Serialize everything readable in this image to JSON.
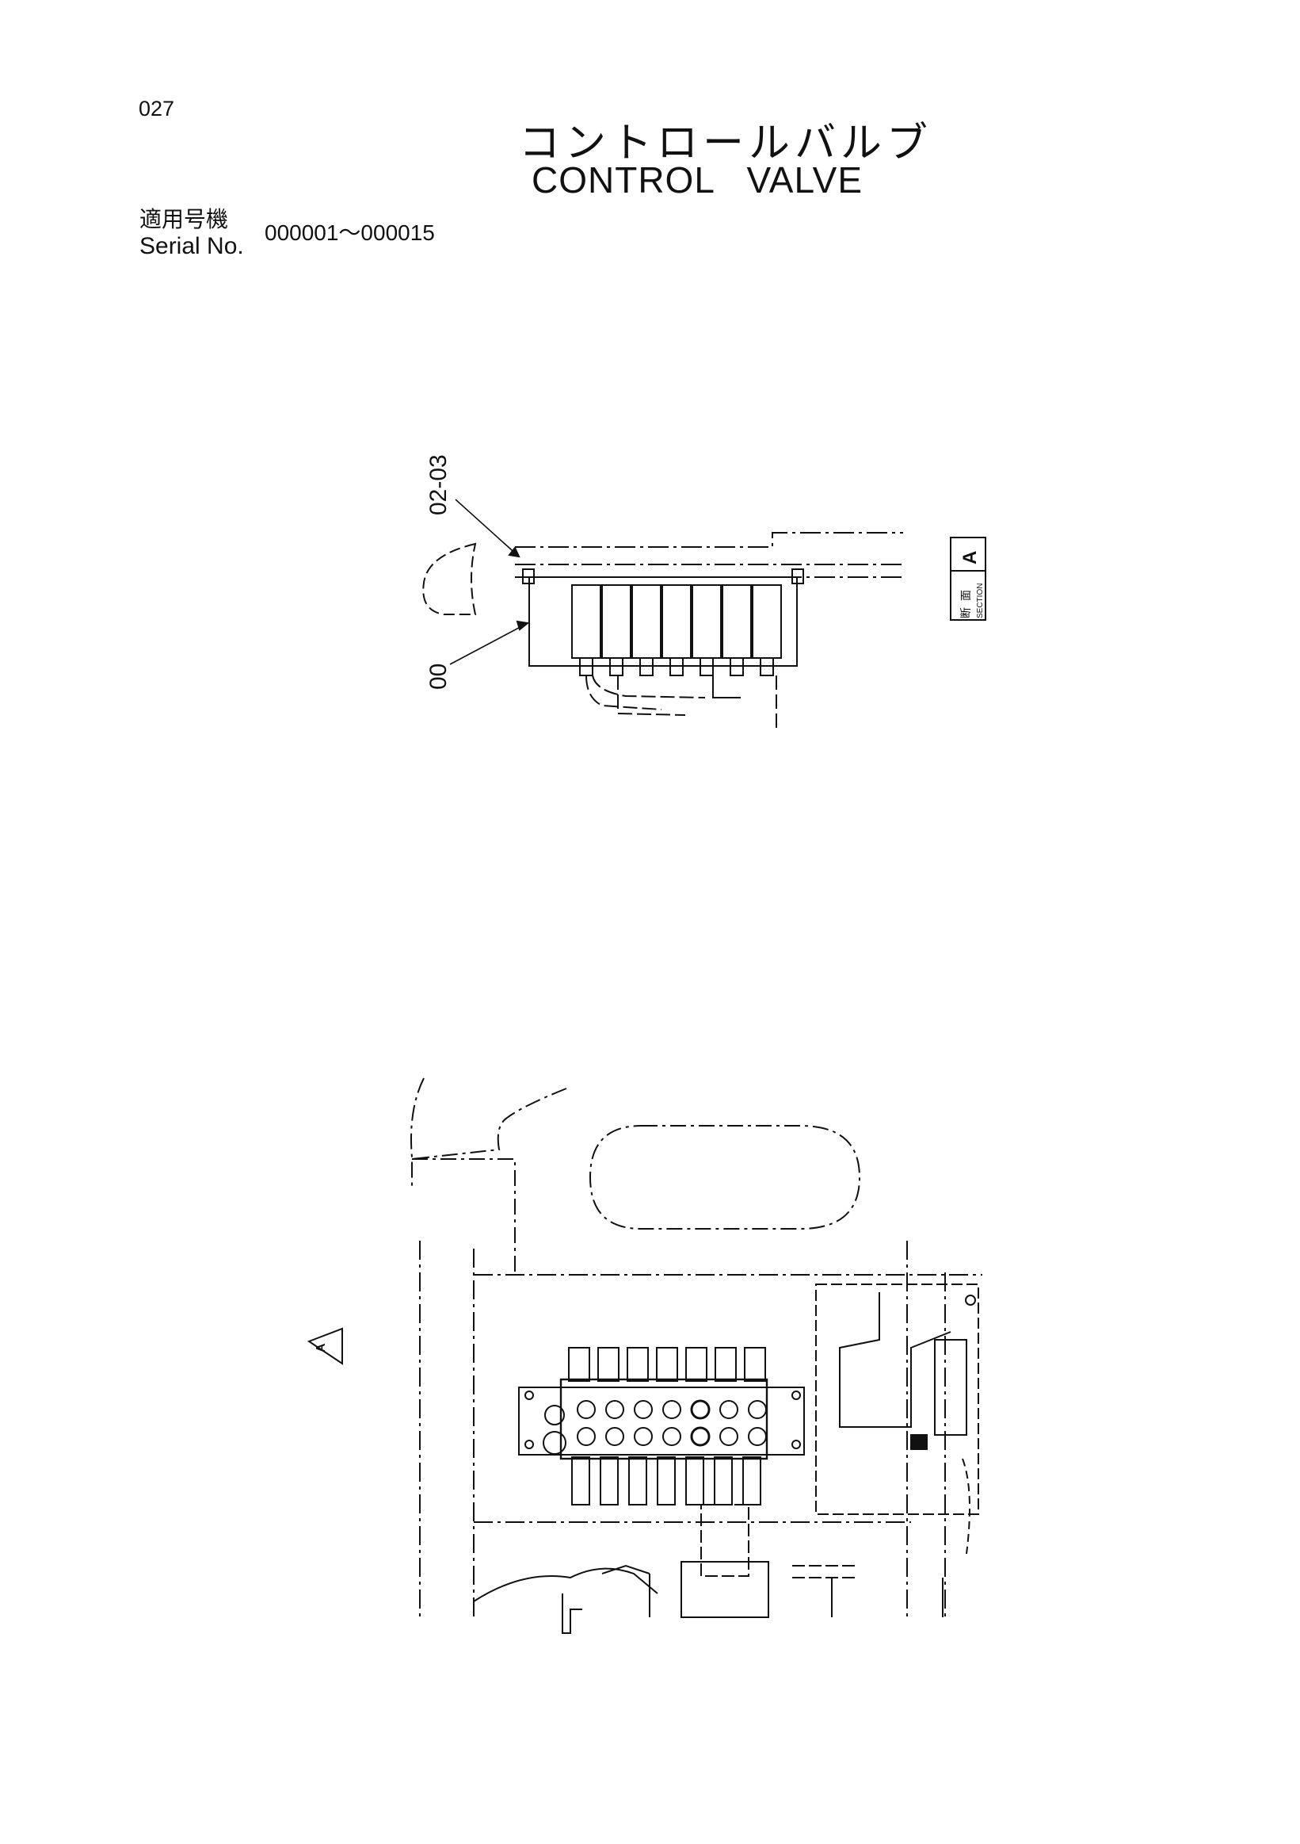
{
  "page": {
    "number": "027",
    "title_jp": "コントロールバルブ",
    "title_en": "CONTROL   VALVE",
    "serial_label_jp": "適用号機",
    "serial_label_en": "Serial No.",
    "serial_range": "000001～000015"
  },
  "diagram": {
    "callouts": [
      {
        "id": "02-03"
      },
      {
        "id": "00"
      }
    ],
    "section_marker": {
      "kanji_1": "断",
      "kanji_2": "面",
      "word": "SECTION",
      "letter": "A"
    },
    "view_arrow_letter": "A"
  }
}
